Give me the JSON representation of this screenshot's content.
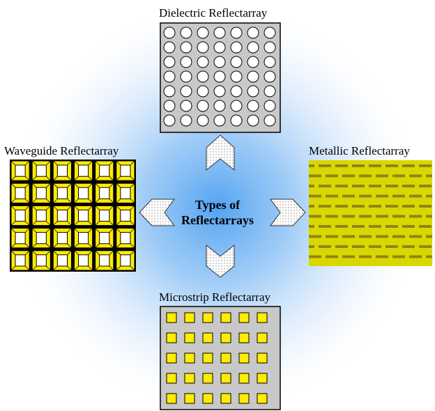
{
  "center": {
    "line1": "Types of",
    "line2": "Reflectarrays"
  },
  "panels": {
    "dielectric": {
      "label": "Dielectric Reflectarray",
      "rows": 7,
      "cols": 7
    },
    "metallic": {
      "label": "Metallic Reflectarray"
    },
    "waveguide": {
      "label": "Waveguide Reflectarray",
      "rows": 5,
      "cols": 6
    },
    "microstrip": {
      "label": "Microstrip Reflectarray",
      "rows": 5,
      "cols": 6
    }
  },
  "colors": {
    "glow": "#4a9ff0",
    "panel_gray": "#c8c8c8",
    "patch_yellow": "#ffec00",
    "metal_yellow": "#d8d800",
    "metal_dark": "#8c7a18",
    "arrow_fill": "#ffffff"
  },
  "icons": {
    "arrow": "chevron-arrow-icon"
  }
}
